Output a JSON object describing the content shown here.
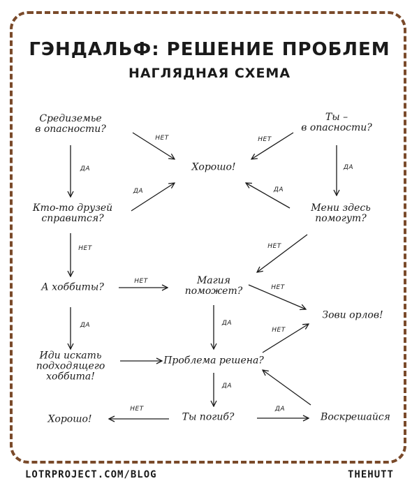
{
  "title": "ГЭНДАЛЬФ: РЕШЕНИЕ ПРОБЛЕМ",
  "subtitle": "НАГЛЯДНАЯ СХЕМА",
  "nodes": {
    "middle_earth_1": "Средиземье",
    "middle_earth_2": "в опасности?",
    "you_1": "Ты –",
    "you_2": "в опасности?",
    "good_top": "Хорошо!",
    "friends_1": "Кто-то друзей",
    "friends_2": "справится?",
    "ents_1": "Мени здесь",
    "ents_2": "помогут?",
    "hobbits": "А хоббиты?",
    "magic_1": "Магия",
    "magic_2": "поможет?",
    "eagles": "Зови орлов!",
    "seek_1": "Иди искать",
    "seek_2": "подходящего",
    "seek_3": "хоббита!",
    "solved": "Проблема решена?",
    "good_bottom": "Хорошо!",
    "died": "Ты погиб?",
    "resurrect": "Воскрешайся"
  },
  "labels": {
    "yes": "ДА",
    "no": "НЕТ"
  },
  "footer": {
    "left": "LOTRPROJECT.COM/BLOG",
    "right": "THEHUTT"
  },
  "colors": {
    "border": "#7a4a2a",
    "ink": "#1a1a1a"
  }
}
